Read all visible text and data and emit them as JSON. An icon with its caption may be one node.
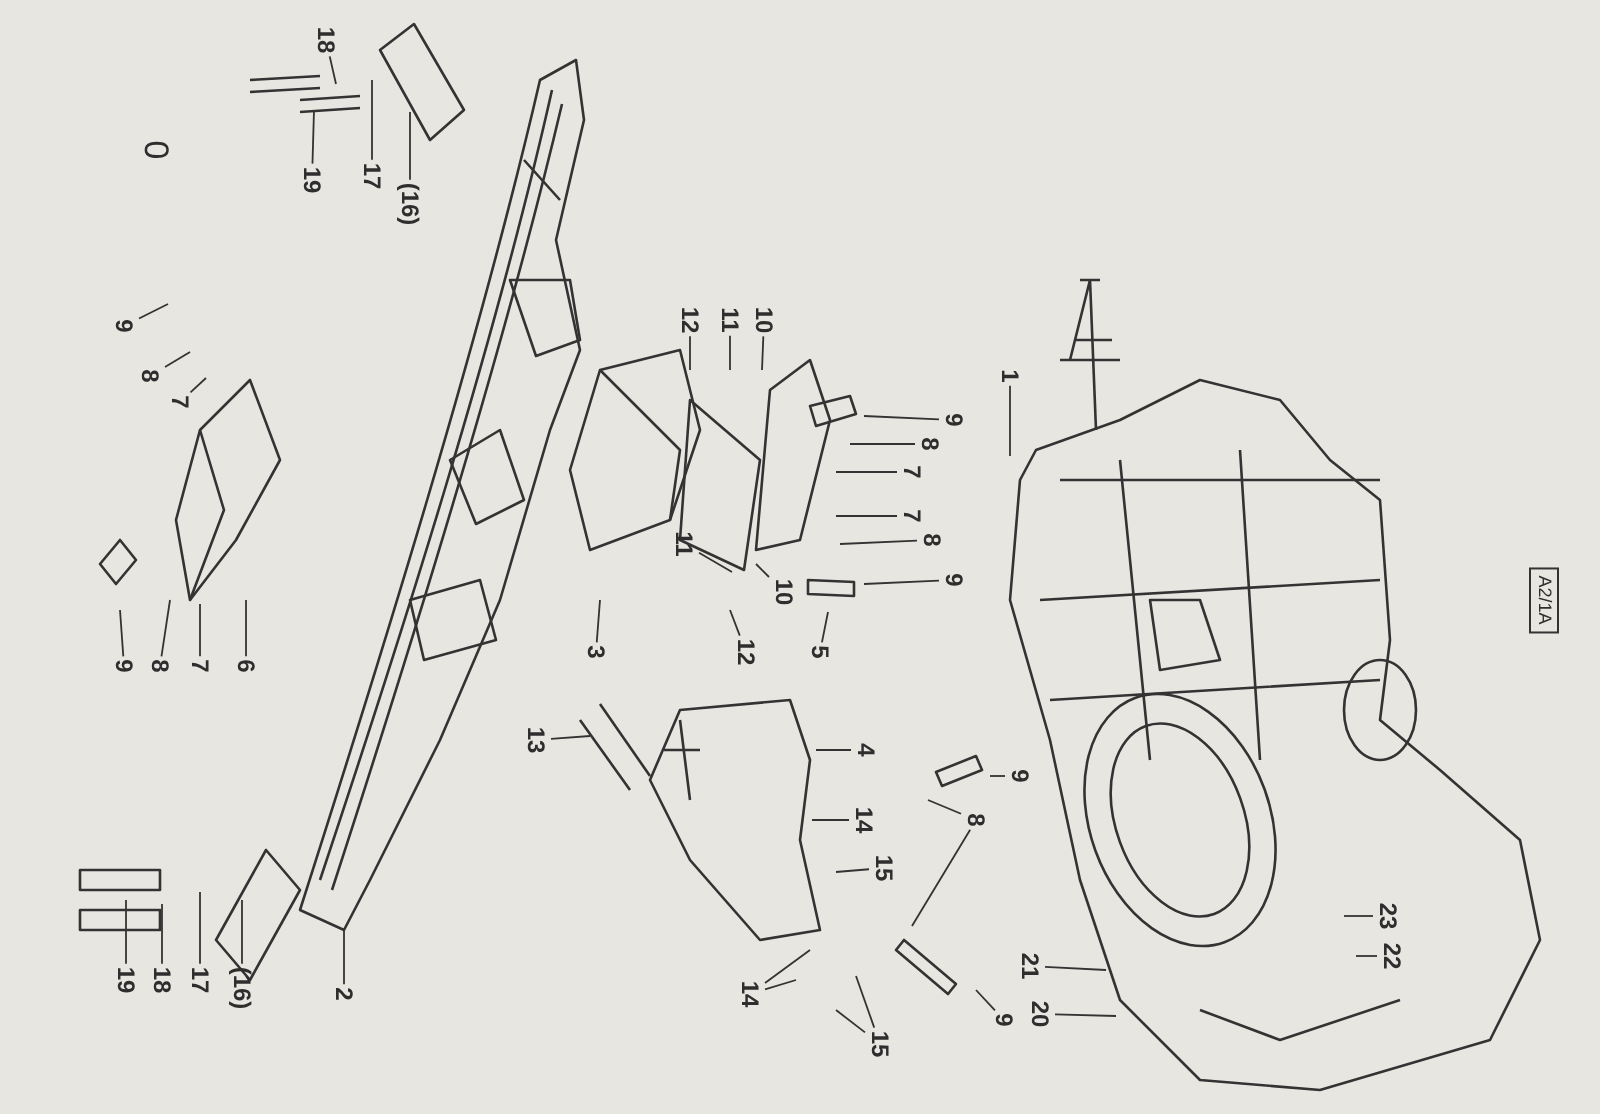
{
  "diagram": {
    "nodes": [
      {
        "text": [
          "18"
        ]
      },
      {
        "text": [
          "19"
        ]
      },
      {
        "text": [
          "17"
        ]
      },
      {
        "text": [
          "(16)"
        ]
      },
      {
        "text": [
          "9"
        ]
      },
      {
        "text": [
          "8"
        ]
      },
      {
        "text": [
          "7"
        ]
      },
      {
        "text": [
          "12"
        ]
      },
      {
        "text": [
          "11"
        ]
      },
      {
        "text": [
          "10"
        ]
      },
      {
        "text": [
          "1"
        ]
      },
      {
        "text": [
          "9"
        ]
      },
      {
        "text": [
          "8"
        ]
      },
      {
        "text": [
          "7"
        ]
      },
      {
        "text": [
          "7"
        ]
      },
      {
        "text": [
          "8"
        ]
      },
      {
        "text": [
          "9"
        ]
      },
      {
        "text": [
          "11"
        ]
      },
      {
        "text": [
          "10"
        ]
      },
      {
        "text": [
          "3"
        ]
      },
      {
        "text": [
          "12"
        ]
      },
      {
        "text": [
          "5"
        ]
      },
      {
        "text": [
          "9"
        ]
      },
      {
        "text": [
          "8"
        ]
      },
      {
        "text": [
          "7"
        ]
      },
      {
        "text": [
          "6"
        ]
      },
      {
        "text": [
          "13"
        ]
      },
      {
        "text": [
          "4"
        ]
      },
      {
        "text": [
          "9"
        ]
      },
      {
        "text": [
          "8"
        ]
      },
      {
        "text": [
          "14"
        ]
      },
      {
        "text": [
          "15"
        ]
      },
      {
        "text": [
          "14"
        ]
      },
      {
        "text": [
          "15"
        ]
      },
      {
        "text": [
          "9"
        ]
      },
      {
        "text": [
          "21"
        ]
      },
      {
        "text": [
          "20"
        ]
      },
      {
        "text": [
          "23"
        ]
      },
      {
        "text": [
          "22"
        ]
      },
      {
        "text": [
          "19"
        ]
      },
      {
        "text": [
          "18"
        ]
      },
      {
        "text": [
          "17"
        ]
      },
      {
        "text": [
          "(16)"
        ]
      },
      {
        "text": [
          "2"
        ]
      }
    ],
    "edges": [
      {
        "from": 0,
        "to": null,
        "arrow": "none"
      },
      {
        "from": 1,
        "to": null,
        "arrow": "none"
      },
      {
        "from": 2,
        "to": null,
        "arrow": "none"
      },
      {
        "from": 3,
        "to": null,
        "arrow": "none"
      },
      {
        "from": 4,
        "to": null,
        "arrow": "none"
      },
      {
        "from": 5,
        "to": null,
        "arrow": "none"
      },
      {
        "from": 6,
        "to": null,
        "arrow": "none"
      },
      {
        "from": 7,
        "to": null,
        "arrow": "none"
      },
      {
        "from": 8,
        "to": null,
        "arrow": "none"
      },
      {
        "from": 9,
        "to": null,
        "arrow": "none"
      },
      {
        "from": 10,
        "to": null,
        "arrow": "none"
      },
      {
        "from": 11,
        "to": null,
        "arrow": "none"
      },
      {
        "from": 12,
        "to": null,
        "arrow": "none"
      },
      {
        "from": 13,
        "to": null,
        "arrow": "none"
      },
      {
        "from": 14,
        "to": null,
        "arrow": "none"
      },
      {
        "from": 15,
        "to": null,
        "arrow": "none"
      },
      {
        "from": 16,
        "to": null,
        "arrow": "none"
      },
      {
        "from": 17,
        "to": null,
        "arrow": "none"
      },
      {
        "from": 18,
        "to": null,
        "arrow": "none"
      },
      {
        "from": 19,
        "to": null,
        "arrow": "none"
      },
      {
        "from": 20,
        "to": null,
        "arrow": "none"
      },
      {
        "from": 21,
        "to": null,
        "arrow": "none"
      },
      {
        "from": 22,
        "to": null,
        "arrow": "none"
      },
      {
        "from": 23,
        "to": null,
        "arrow": "none"
      },
      {
        "from": 24,
        "to": null,
        "arrow": "none"
      },
      {
        "from": 25,
        "to": null,
        "arrow": "none"
      },
      {
        "from": 26,
        "to": null,
        "arrow": "none"
      },
      {
        "from": 27,
        "to": null,
        "arrow": "none"
      },
      {
        "from": 28,
        "to": null,
        "arrow": "none"
      },
      {
        "from": 29,
        "to": null,
        "arrow": "none"
      },
      {
        "from": 29,
        "to": null,
        "arrow": "none"
      },
      {
        "from": 30,
        "to": null,
        "arrow": "none"
      },
      {
        "from": 31,
        "to": null,
        "arrow": "none"
      },
      {
        "from": 32,
        "to": null,
        "arrow": "none"
      },
      {
        "from": 32,
        "to": null,
        "arrow": "none"
      },
      {
        "from": 33,
        "to": null,
        "arrow": "none"
      },
      {
        "from": 33,
        "to": null,
        "arrow": "none"
      },
      {
        "from": 34,
        "to": null,
        "arrow": "none"
      },
      {
        "from": 35,
        "to": null,
        "arrow": "none"
      },
      {
        "from": 36,
        "to": null,
        "arrow": "none"
      },
      {
        "from": 37,
        "to": null,
        "arrow": "none"
      },
      {
        "from": 38,
        "to": null,
        "arrow": "none"
      },
      {
        "from": 39,
        "to": null,
        "arrow": "none"
      },
      {
        "from": 40,
        "to": null,
        "arrow": "none"
      },
      {
        "from": 41,
        "to": null,
        "arrow": "none"
      },
      {
        "from": 42,
        "to": null,
        "arrow": "none"
      },
      {
        "from": 43,
        "to": null,
        "arrow": "none"
      }
    ],
    "labels": [
      "0",
      "A2/1A"
    ]
  }
}
